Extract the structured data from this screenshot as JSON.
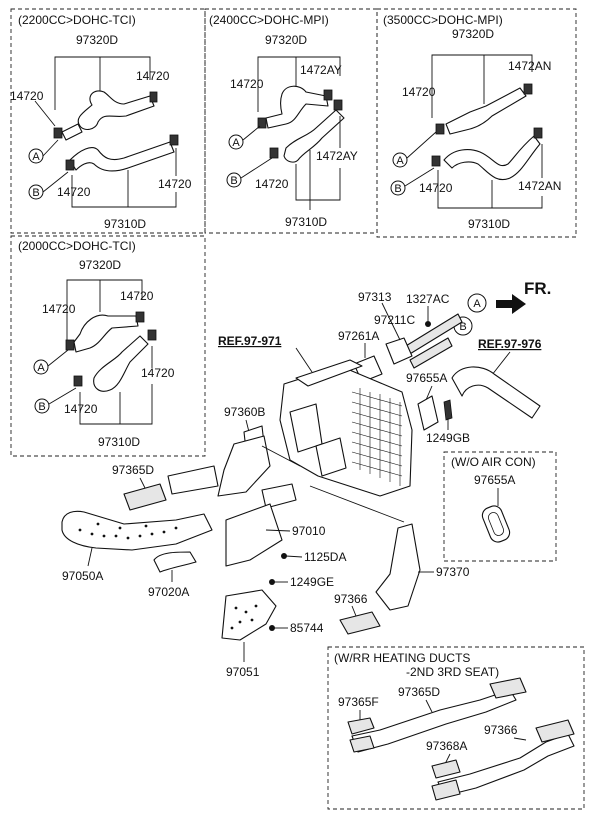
{
  "boxes": {
    "b1": {
      "title": "(2200CC>DOHC-TCI)",
      "top_part": "97320D",
      "bottom_part": "97310D",
      "clamp_upper_left": "14720",
      "clamp_upper_right": "14720",
      "clamp_lower_left": "14720",
      "clamp_lower_right": "14720",
      "conn_a": "A",
      "conn_b": "B"
    },
    "b2": {
      "title": "(2400CC>DOHC-MPI)",
      "top_part": "97320D",
      "bottom_part": "97310D",
      "clamp_upper_left": "14720",
      "clamp_upper_right": "1472AY",
      "clamp_lower_left": "14720",
      "clamp_lower_right": "1472AY",
      "conn_a": "A",
      "conn_b": "B"
    },
    "b3": {
      "title": "(3500CC>DOHC-MPI)",
      "top_part": "97320D",
      "bottom_part": "97310D",
      "clamp_upper_left": "14720",
      "clamp_upper_right": "1472AN",
      "clamp_lower_left": "14720",
      "clamp_lower_right": "1472AN",
      "conn_a": "A",
      "conn_b": "B"
    },
    "b4": {
      "title": "(2000CC>DOHC-TCI)",
      "top_part": "97320D",
      "bottom_part": "97310D",
      "clamp_upper_left": "14720",
      "clamp_upper_right": "14720",
      "clamp_lower_left": "14720",
      "clamp_lower_right": "14720",
      "conn_a": "A",
      "conn_b": "B"
    }
  },
  "main": {
    "fr_label": "FR.",
    "ref_left": "REF.97-971",
    "ref_right": "REF.97-976",
    "conn_a": "A",
    "conn_b": "B",
    "parts": {
      "p97313": "97313",
      "p1327AC": "1327AC",
      "p97211C": "97211C",
      "p97261A": "97261A",
      "p97655A": "97655A",
      "p1249GB": "1249GB",
      "p97360B": "97360B",
      "p97365D": "97365D",
      "p97010": "97010",
      "p97050A": "97050A",
      "p1125DA": "1125DA",
      "p97020A": "97020A",
      "p1249GE": "1249GE",
      "p97370": "97370",
      "p97366": "97366",
      "p85744": "85744",
      "p97051": "97051"
    }
  },
  "wo_aircon": {
    "title": "(W/O AIR CON)",
    "part": "97655A"
  },
  "rr_heating": {
    "title_line1": "(W/RR HEATING DUCTS",
    "title_line2": "-2ND  3RD SEAT)",
    "p97365F": "97365F",
    "p97365D": "97365D",
    "p97366": "97366",
    "p97368A": "97368A"
  },
  "icons": [
    "arrow-forward-icon",
    "connector-circle-a",
    "connector-circle-b"
  ]
}
